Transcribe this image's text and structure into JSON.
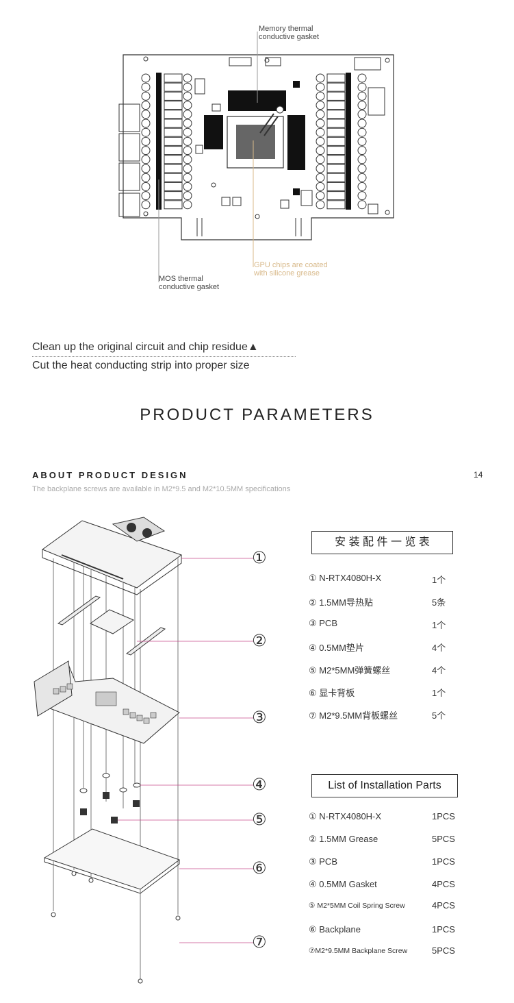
{
  "diagram": {
    "callouts": {
      "memory_line1": "Memory thermal",
      "memory_line2": "conductive gasket",
      "gpu_line1": "GPU chips are coated",
      "gpu_line2": "with silicone grease",
      "mos_line1": "MOS thermal",
      "mos_line2": "conductive gasket"
    },
    "colors": {
      "gpu_accent": "#d8b98a",
      "callout_line": "#999999",
      "pink_leader": "#c94b8c"
    }
  },
  "steps": {
    "line1": "Clean up the original circuit and chip residue",
    "line1_marker": "▲",
    "line2": "Cut the heat conducting strip into proper size"
  },
  "section_heading": "PRODUCT PARAMETERS",
  "about": {
    "title": "ABOUT PRODUCT DESIGN",
    "subtitle": "The backplane screws are available in M2*9.5 and M2*10.5MM specifications",
    "page_number": "14"
  },
  "exploded_view": {
    "markers": [
      "①",
      "②",
      "③",
      "④",
      "⑤",
      "⑥",
      "⑦"
    ]
  },
  "parts_cn": {
    "title": "安 装 配 件 一 览 表",
    "items": [
      {
        "name": "① N-RTX4080H-X",
        "qty": "1个"
      },
      {
        "name": "② 1.5MM导热贴",
        "qty": "5条"
      },
      {
        "name": "③ PCB",
        "qty": "1个"
      },
      {
        "name": "④ 0.5MM垫片",
        "qty": "4个"
      },
      {
        "name": "⑤ M2*5MM弹簧螺丝",
        "qty": "4个"
      },
      {
        "name": "⑥ 显卡背板",
        "qty": "1个"
      },
      {
        "name": "⑦ M2*9.5MM背板螺丝",
        "qty": "5个"
      }
    ]
  },
  "parts_en": {
    "title": "List of Installation Parts",
    "items": [
      {
        "name": "① N-RTX4080H-X",
        "qty": "1PCS"
      },
      {
        "name": "② 1.5MM Grease",
        "qty": "5PCS"
      },
      {
        "name": "③ PCB",
        "qty": "1PCS"
      },
      {
        "name": "④ 0.5MM Gasket",
        "qty": "4PCS"
      },
      {
        "name": "⑤ M2*5MM Coil Spring Screw",
        "qty": "4PCS"
      },
      {
        "name": "⑥ Backplane",
        "qty": "1PCS"
      },
      {
        "name": "⑦M2*9.5MM Backplane Screw",
        "qty": "5PCS"
      }
    ]
  }
}
